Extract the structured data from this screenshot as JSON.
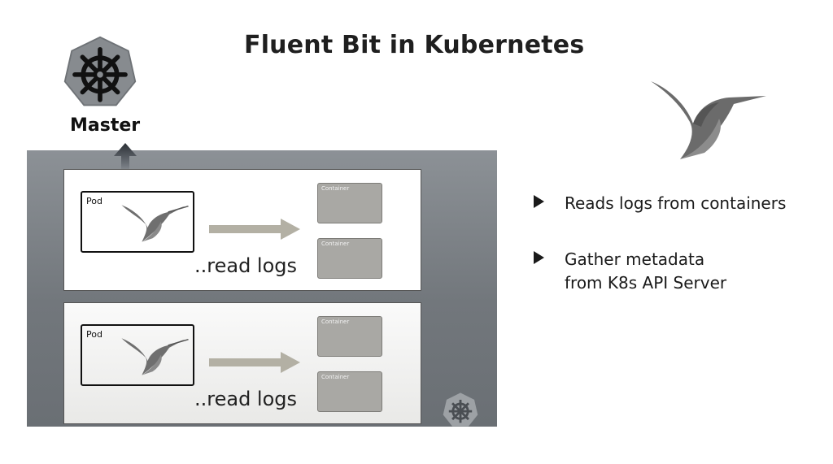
{
  "title": "Fluent Bit in Kubernetes",
  "master": {
    "label": "Master",
    "icon": "kubernetes-helm-icon"
  },
  "nodes": [
    {
      "pod_label": "Pod",
      "action_text": "..read logs",
      "containers": [
        "Container",
        "Container"
      ]
    },
    {
      "pod_label": "Pod",
      "action_text": "..read logs",
      "containers": [
        "Container",
        "Container"
      ]
    }
  ],
  "bullets": [
    {
      "lines": [
        "Reads logs from containers"
      ]
    },
    {
      "lines": [
        "Gather metadata",
        "from K8s API Server"
      ]
    }
  ],
  "colors": {
    "cluster_bg": "#7a7f84",
    "container_fill": "#a9a8a4",
    "logo_bg": "#878b8f"
  }
}
